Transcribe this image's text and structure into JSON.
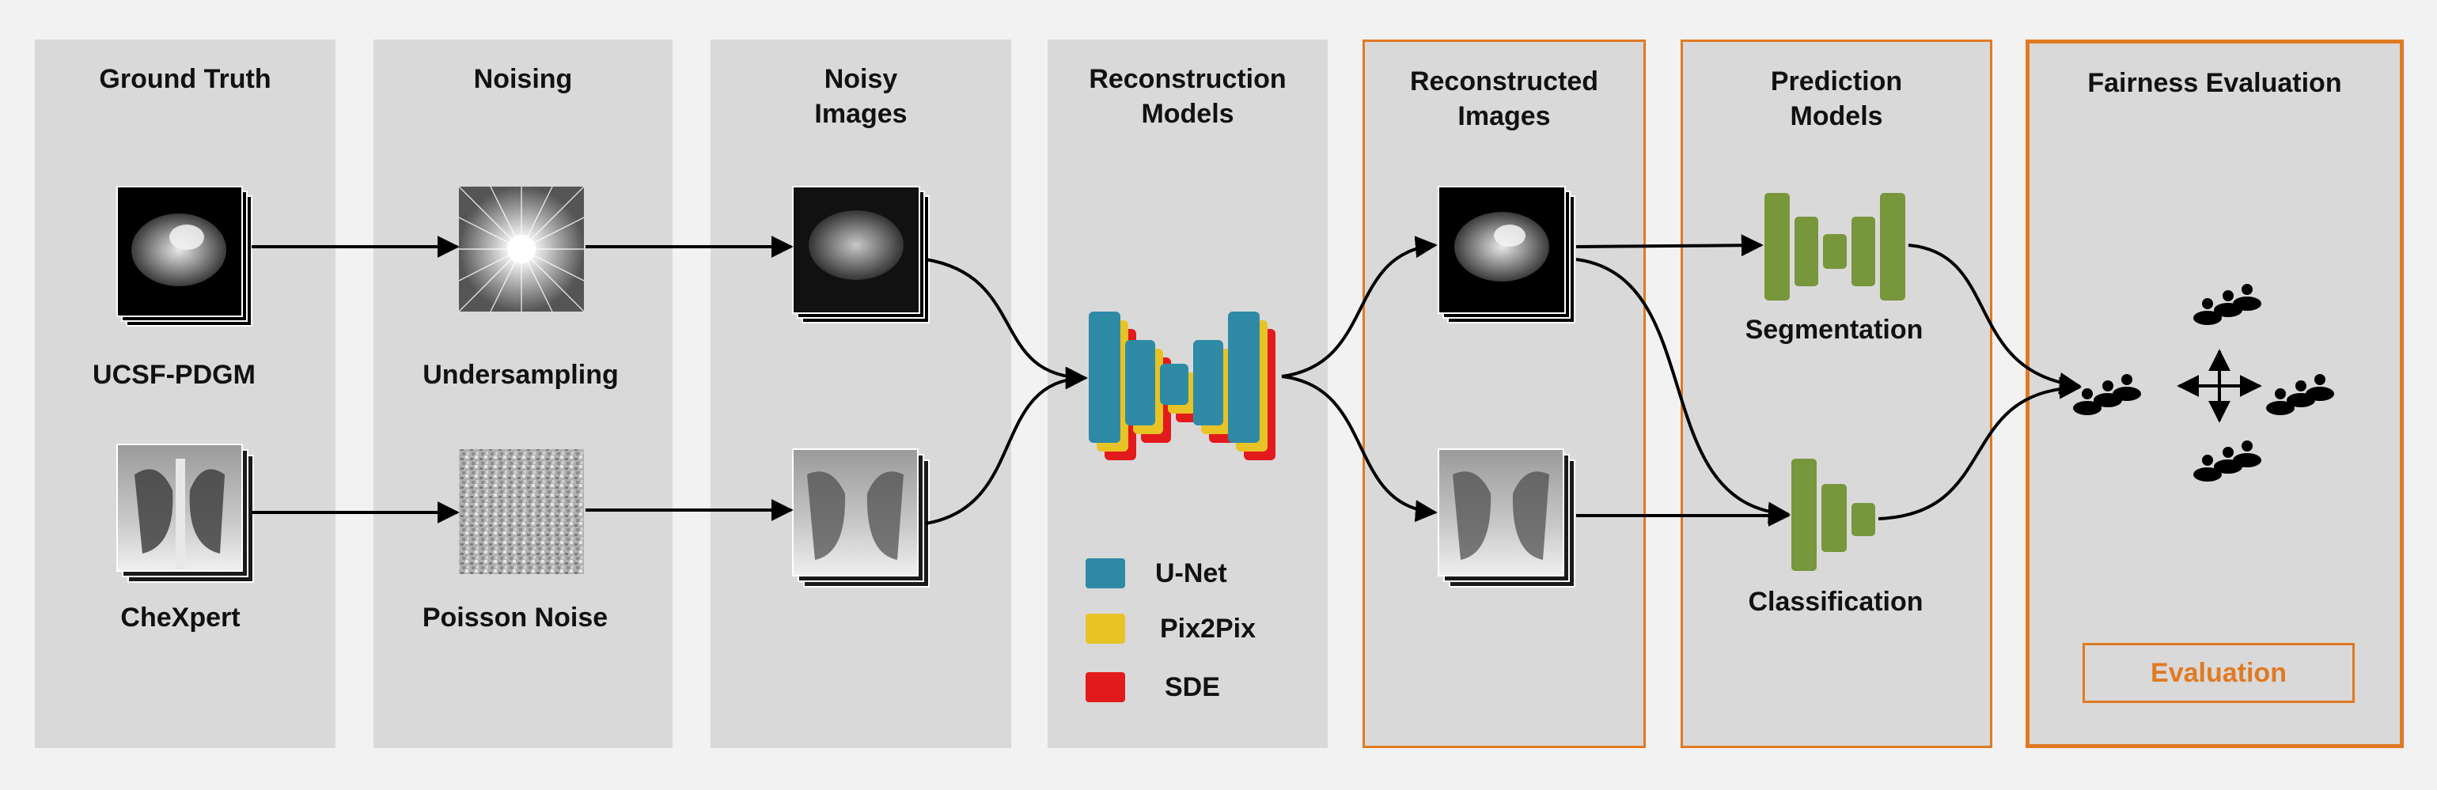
{
  "panels": {
    "ground_truth": "Ground Truth",
    "noising": "Noising",
    "noisy_images": "Noisy\nImages",
    "reconstruction_models": "Reconstruction\nModels",
    "reconstructed_images": "Reconstructed\nImages",
    "prediction_models": "Prediction\nModels",
    "fairness_evaluation": "Fairness Evaluation"
  },
  "labels": {
    "dataset_mri": "UCSF-PDGM",
    "dataset_xray": "CheXpert",
    "noise_mri": "Undersampling",
    "noise_xray": "Poisson Noise",
    "task_segmentation": "Segmentation",
    "task_classification": "Classification"
  },
  "legend": [
    {
      "label": "U-Net",
      "color": "#2f8aa6"
    },
    {
      "label": "Pix2Pix",
      "color": "#e8c325"
    },
    {
      "label": "SDE",
      "color": "#e31a1c"
    }
  ],
  "evaluation_box": "Evaluation",
  "colors": {
    "panel": "#d9d9d9",
    "background": "#f2f2f2",
    "accent_orange": "#e07a22",
    "prediction_green": "#78963c"
  }
}
